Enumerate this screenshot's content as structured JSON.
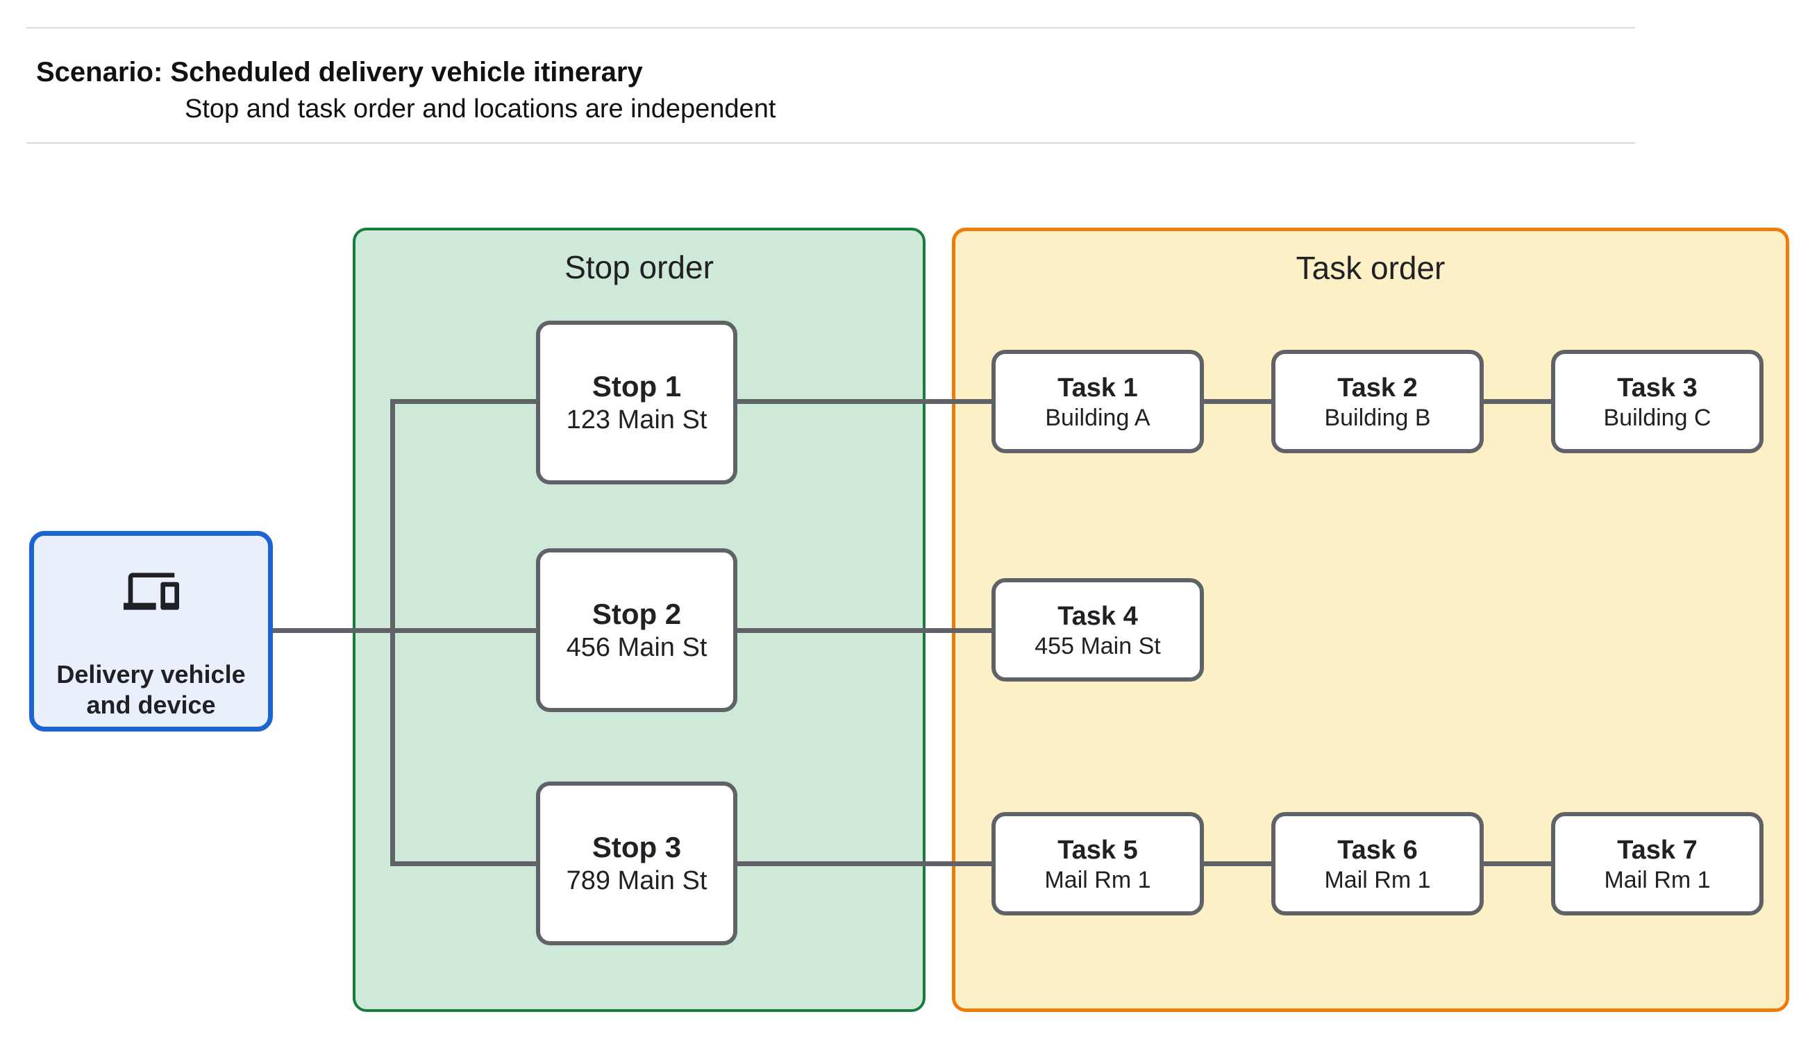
{
  "header": {
    "title": "Scenario: Scheduled delivery vehicle itinerary",
    "subtitle": "Stop and task order and locations are independent"
  },
  "vehicle": {
    "icon": "devices-icon",
    "label_line1": "Delivery vehicle",
    "label_line2": "and device"
  },
  "stop_group": {
    "title": "Stop order",
    "stops": [
      {
        "name": "Stop 1",
        "location": "123 Main St"
      },
      {
        "name": "Stop 2",
        "location": "456 Main St"
      },
      {
        "name": "Stop 3",
        "location": "789 Main St"
      }
    ]
  },
  "task_group": {
    "title": "Task order",
    "tasks": [
      {
        "name": "Task 1",
        "location": "Building A"
      },
      {
        "name": "Task 2",
        "location": "Building B"
      },
      {
        "name": "Task 3",
        "location": "Building C"
      },
      {
        "name": "Task 4",
        "location": "455 Main St"
      },
      {
        "name": "Task 5",
        "location": "Mail Rm 1"
      },
      {
        "name": "Task 6",
        "location": "Mail Rm 1"
      },
      {
        "name": "Task 7",
        "location": "Mail Rm 1"
      }
    ]
  },
  "colors": {
    "stop_group_fill": "#cee9d7",
    "stop_group_border": "#177d3e",
    "task_group_fill": "#fdf0c6",
    "task_group_border": "#ee7c09",
    "vehicle_fill": "#e9f0fc",
    "vehicle_border": "#1b64d2",
    "connector": "#5f6368",
    "node_border": "#5f6368"
  }
}
